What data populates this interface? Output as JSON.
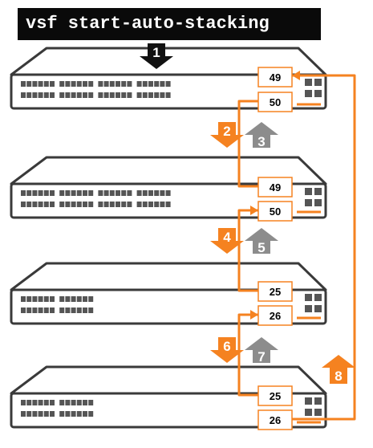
{
  "command": "vsf start-auto-stacking",
  "colors": {
    "orange": "#f58220",
    "gray": "#8c8c8c",
    "black": "#111111",
    "switch_outline": "#3a3a3a",
    "port": "#555555"
  },
  "switches": [
    {
      "uplink_port": "49",
      "downlink_port": "50",
      "port_count": "48"
    },
    {
      "uplink_port": "49",
      "downlink_port": "50",
      "port_count": "48"
    },
    {
      "uplink_port": "25",
      "downlink_port": "26",
      "port_count": "24"
    },
    {
      "uplink_port": "25",
      "downlink_port": "26",
      "port_count": "24"
    }
  ],
  "steps": {
    "s1": "1",
    "s2": "2",
    "s3": "3",
    "s4": "4",
    "s5": "5",
    "s6": "6",
    "s7": "7",
    "s8": "8"
  }
}
